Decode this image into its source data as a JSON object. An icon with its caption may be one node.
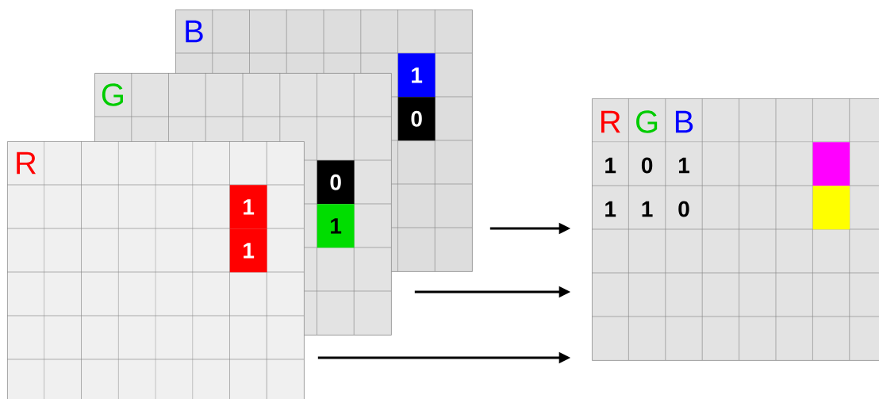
{
  "diagram": {
    "nodes": [
      {
        "text": [
          "B"
        ]
      },
      {
        "text": [
          "1"
        ],
        "in": 0
      },
      {
        "text": [
          "0"
        ],
        "in": 0
      },
      {
        "text": [
          "G"
        ]
      },
      {
        "text": [
          "0"
        ]
      },
      {
        "text": [
          "1"
        ]
      },
      {
        "text": [
          "R"
        ]
      },
      {
        "text": [
          "1"
        ]
      },
      {
        "text": [
          "1"
        ]
      },
      {
        "text": [
          "R",
          "G",
          "B",
          "1",
          "0",
          "1",
          "1",
          "1",
          "0"
        ]
      },
      {
        "text": [],
        "shape": "box",
        "in": 9
      },
      {
        "text": [],
        "shape": "box",
        "in": 9
      }
    ],
    "edges": [
      {
        "from": 0,
        "to": 9,
        "arrow": "to"
      },
      {
        "from": 3,
        "to": 9,
        "arrow": "to"
      },
      {
        "from": 6,
        "to": 9,
        "arrow": "to"
      }
    ]
  }
}
